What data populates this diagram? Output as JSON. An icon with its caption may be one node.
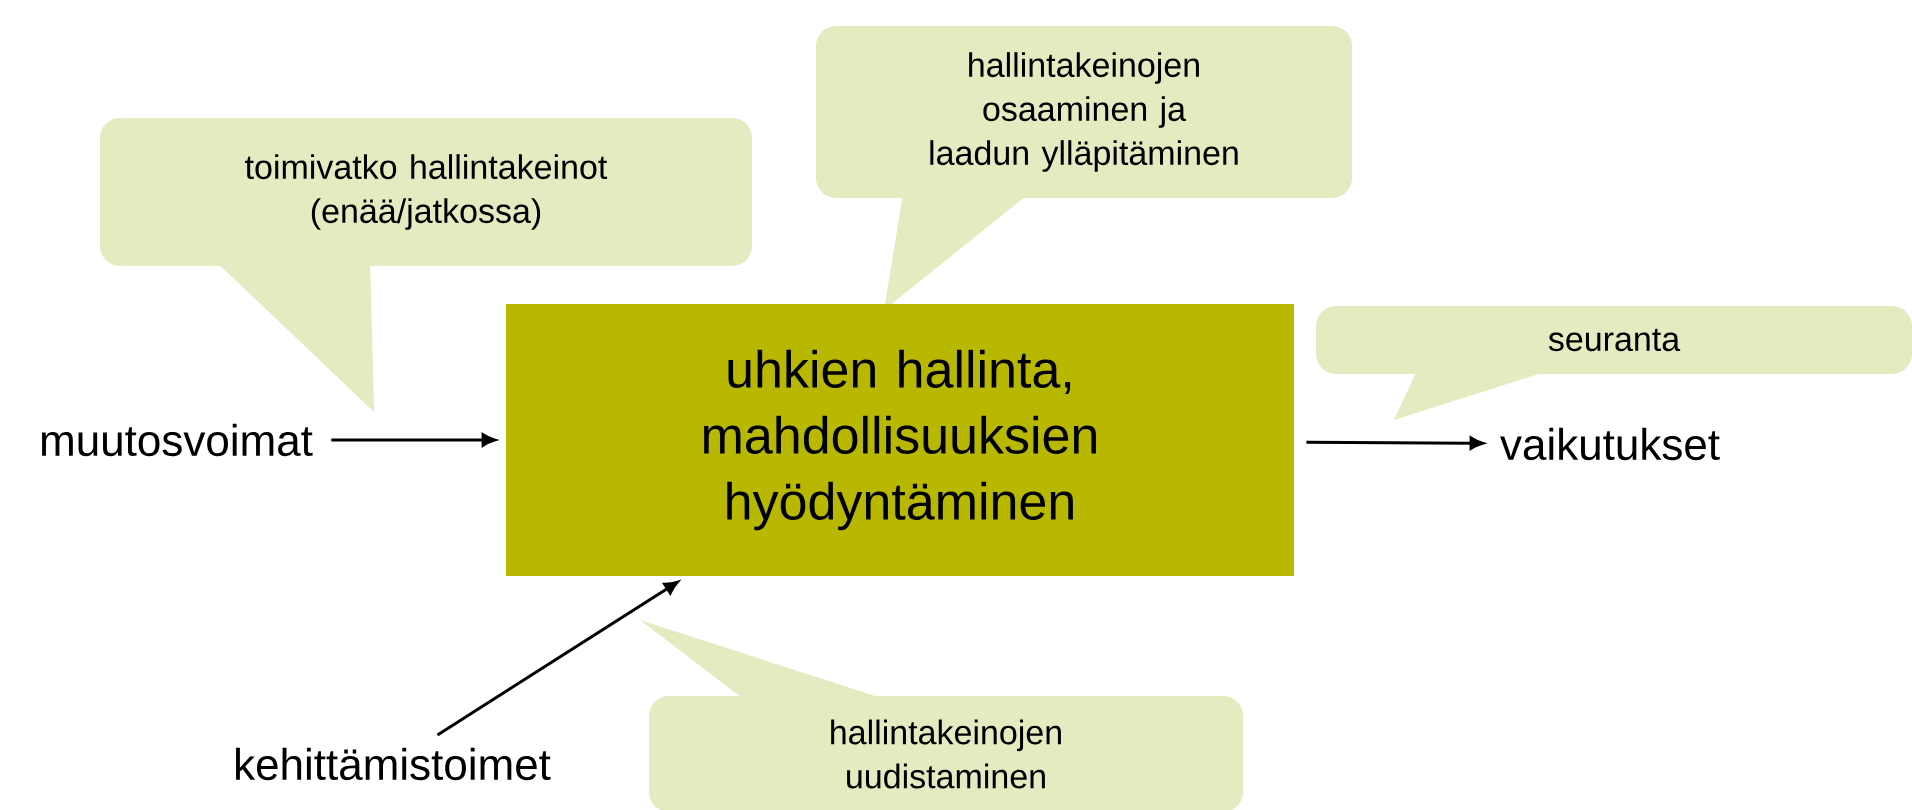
{
  "diagram": {
    "nodes": [
      {
        "text": [
          "toimivatko hallintakeinot (enää/jatkossa)"
        ]
      },
      {
        "text": [
          "hallintakeinojen osaaminen ja laadun ylläpitäminen"
        ]
      },
      {
        "text": [
          "muutosvoimat"
        ]
      },
      {
        "text": [
          "uhkien hallinta, mahdollisuuksien hyödyntäminen"
        ]
      },
      {
        "text": [
          "seuranta"
        ]
      },
      {
        "text": [
          "vaikutukset"
        ]
      },
      {
        "text": [
          "kehittämistoimet"
        ]
      },
      {
        "text": [
          "hallintakeinojen uudistaminen"
        ]
      }
    ],
    "edges": [
      {
        "from": 2,
        "to": 3,
        "arrow": "to"
      },
      {
        "from": 3,
        "to": 5,
        "arrow": "to"
      },
      {
        "from": 6,
        "to": 3,
        "arrow": "to"
      }
    ]
  }
}
